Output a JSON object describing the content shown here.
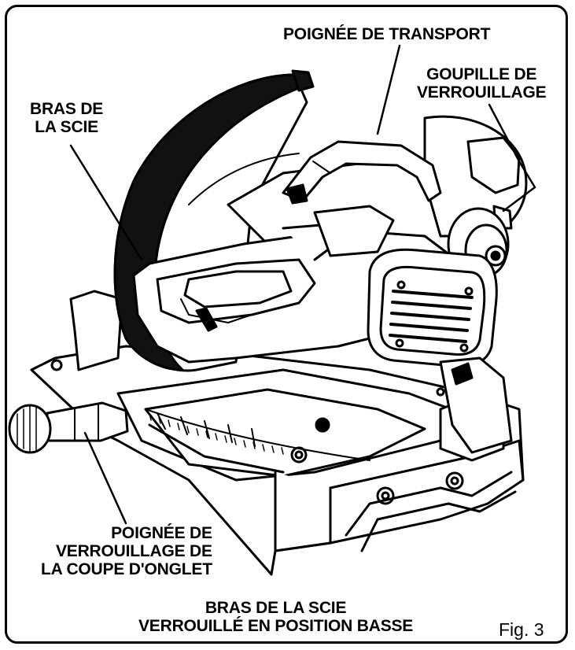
{
  "labels": {
    "carry_handle": "POIGNÉE DE TRANSPORT",
    "lock_pin": [
      "GOUPILLE DE",
      "VERROUILLAGE"
    ],
    "saw_arm": [
      "BRAS DE",
      "LA SCIE"
    ],
    "miter_lock_handle": [
      "POIGNÉE DE",
      "VERROUILLAGE DE",
      "LA COUPE D'ONGLET"
    ],
    "caption": [
      "BRAS DE LA SCIE",
      "VERROUILLÉ EN POSITION BASSE"
    ]
  },
  "figure_number": "Fig. 3"
}
